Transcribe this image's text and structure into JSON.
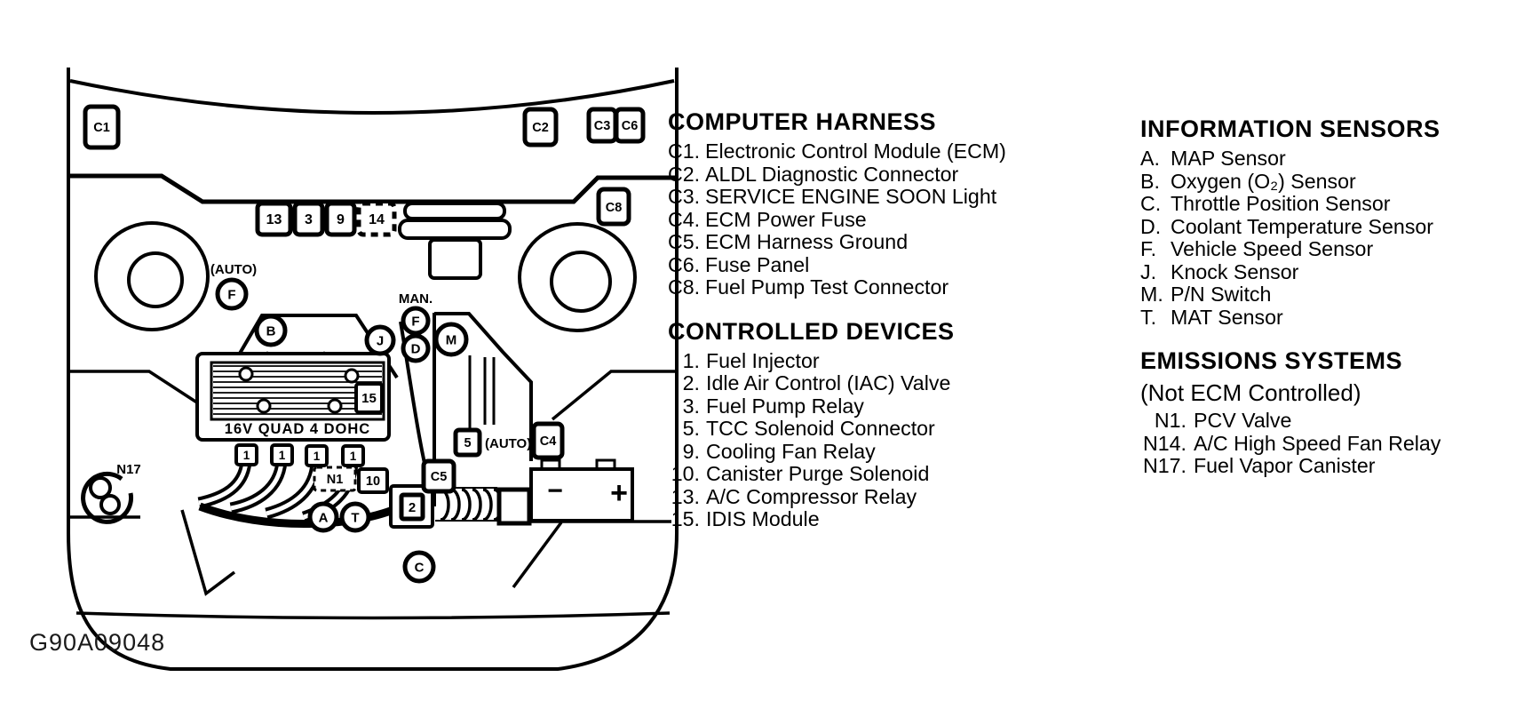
{
  "colors": {
    "ink": "#000000",
    "paper": "#ffffff"
  },
  "caption": "G90A09048",
  "legend": {
    "col1": [
      {
        "title": "COMPUTER HARNESS",
        "items": [
          {
            "num": "C1.",
            "text": "Electronic Control Module (ECM)"
          },
          {
            "num": "C2.",
            "text": "ALDL Diagnostic Connector"
          },
          {
            "num": "C3.",
            "text": "SERVICE ENGINE SOON Light"
          },
          {
            "num": "C4.",
            "text": "ECM Power Fuse"
          },
          {
            "num": "C5.",
            "text": "ECM Harness Ground"
          },
          {
            "num": "C6.",
            "text": "Fuse Panel"
          },
          {
            "num": "C8.",
            "text": "Fuel Pump Test Connector"
          }
        ]
      },
      {
        "title": "CONTROLLED DEVICES",
        "items": [
          {
            "num": "1.",
            "text": "Fuel Injector"
          },
          {
            "num": "2.",
            "text": "Idle Air Control (IAC) Valve"
          },
          {
            "num": "3.",
            "text": "Fuel Pump Relay"
          },
          {
            "num": "5.",
            "text": "TCC Solenoid Connector"
          },
          {
            "num": "9.",
            "text": "Cooling Fan Relay"
          },
          {
            "num": "10.",
            "text": "Canister Purge Solenoid"
          },
          {
            "num": "13.",
            "text": "A/C Compressor Relay"
          },
          {
            "num": "15.",
            "text": "IDIS Module"
          }
        ]
      }
    ],
    "col2": [
      {
        "title": "INFORMATION SENSORS",
        "items": [
          {
            "num": "A.",
            "text": "MAP Sensor"
          },
          {
            "num": "B.",
            "text": "Oxygen (O₂) Sensor"
          },
          {
            "num": "C.",
            "text": "Throttle Position Sensor"
          },
          {
            "num": "D.",
            "text": "Coolant Temperature Sensor"
          },
          {
            "num": "F.",
            "text": "Vehicle Speed Sensor"
          },
          {
            "num": "J.",
            "text": "Knock Sensor"
          },
          {
            "num": "M.",
            "text": "P/N Switch"
          },
          {
            "num": "T.",
            "text": "MAT Sensor"
          }
        ]
      },
      {
        "title": "EMISSIONS SYSTEMS",
        "subtitle": "(Not ECM Controlled)",
        "items": [
          {
            "num": "N1.",
            "text": "PCV Valve"
          },
          {
            "num": "N14.",
            "text": "A/C High Speed Fan Relay"
          },
          {
            "num": "N17.",
            "text": "Fuel Vapor Canister"
          }
        ]
      }
    ]
  },
  "diagram": {
    "callouts": {
      "c1": "C1",
      "c2": "C2",
      "c3": "C3",
      "c6": "C6",
      "c8": "C8",
      "relay13": "13",
      "relay3": "3",
      "relay9": "9",
      "relay14": "14",
      "auto_left": "(AUTO)",
      "f_left": "F",
      "b": "B",
      "j": "J",
      "man": "MAN.",
      "f_man": "F",
      "d": "D",
      "m": "M",
      "module15": "15",
      "valve_cover_text": "16V QUAD 4 DOHC",
      "injector": "1",
      "n1": "N1",
      "purge10": "10",
      "a": "A",
      "t": "T",
      "c": "C",
      "iac2": "2",
      "tcc5": "5",
      "auto_right": "(AUTO)",
      "c4": "C4",
      "c5": "C5",
      "battery_minus": "−",
      "battery_plus": "+",
      "n17": "N17"
    }
  }
}
